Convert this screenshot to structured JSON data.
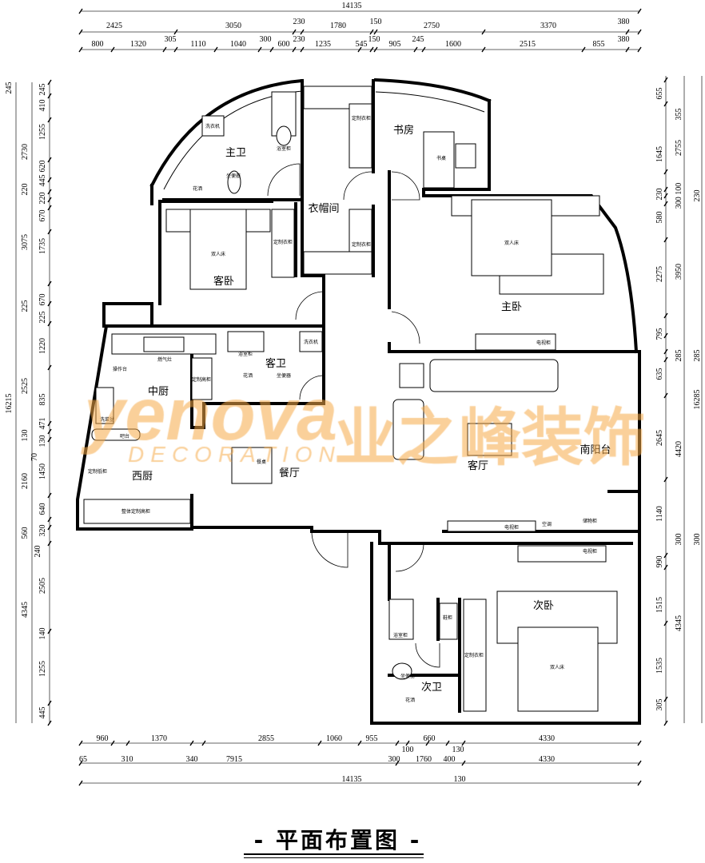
{
  "title": "- 平面布置图 -",
  "watermark": {
    "latin": "yenova",
    "sub": "DECORATION",
    "cn": "业之峰装饰"
  },
  "rooms": [
    "主卫",
    "衣帽间",
    "书房",
    "客卧",
    "主卧",
    "中厨",
    "客卫",
    "西厨",
    "餐厅",
    "客厅",
    "南阳台",
    "次卧",
    "次卫"
  ],
  "furniture_labels": [
    "洗衣机",
    "浴室柜",
    "花洒",
    "坐便器",
    "定制衣柜",
    "定制衣柜",
    "定制衣柜",
    "双人床",
    "书桌",
    "双人床",
    "电视柜",
    "燃气灶",
    "操作台",
    "洗菜盆",
    "定制高柜",
    "吧台",
    "定制低柜",
    "整体定制高柜",
    "浴室柜",
    "洗衣机",
    "花洒",
    "坐便器",
    "餐桌",
    "电视柜",
    "空调",
    "储物柜",
    "电视柜",
    "双人床",
    "浴室柜",
    "鞋柜",
    "定制衣柜",
    "坐便器",
    "花洒"
  ],
  "dimensions": {
    "top_total": [
      "14135"
    ],
    "top_row1": [
      "2425",
      "3050",
      "230",
      "1780",
      "150",
      "2750",
      "3370",
      "380"
    ],
    "top_row2": [
      "800",
      "1320",
      "305",
      "1110",
      "1040",
      "300",
      "600",
      "230",
      "1235",
      "545",
      "150",
      "905",
      "245",
      "1600",
      "2515",
      "855",
      "380"
    ],
    "bottom_row1": [
      "960",
      "1370",
      "2855",
      "1060",
      "955",
      "100",
      "660",
      "130",
      "4330"
    ],
    "bottom_row2": [
      "65",
      "310",
      "340",
      "7915",
      "300",
      "1760",
      "400",
      "4330"
    ],
    "bottom_row3": [
      "14135",
      "130"
    ],
    "left_outer": [
      "245",
      "16215"
    ],
    "left_mid": [
      "2730",
      "220",
      "3075",
      "225",
      "2525",
      "130",
      "70",
      "2160",
      "560",
      "4345"
    ],
    "left_inner": [
      "245",
      "410",
      "1255",
      "620",
      "445",
      "220",
      "670",
      "1735",
      "670",
      "225",
      "1220",
      "835",
      "471",
      "130",
      "1450",
      "640",
      "320",
      "240",
      "2505",
      "140",
      "1255",
      "445"
    ],
    "right_inner": [
      "655",
      "1645",
      "230",
      "580",
      "2275",
      "795",
      "635",
      "2645",
      "1140",
      "990",
      "1515",
      "1535",
      "305"
    ],
    "right_mid": [
      "355",
      "2755",
      "300 100",
      "3950",
      "285",
      "4420",
      "300",
      "4345"
    ],
    "right_outer": [
      "230",
      "285",
      "16285",
      "300"
    ]
  }
}
